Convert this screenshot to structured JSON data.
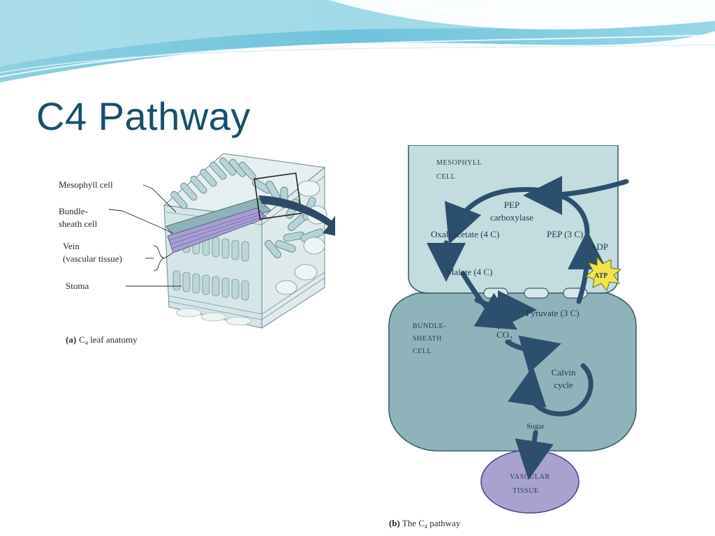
{
  "slide": {
    "title": "C4 Pathway"
  },
  "leaf_anatomy": {
    "labels": {
      "mesophyll": "Mesophyll cell",
      "bundle_1": "Bundle-",
      "bundle_2": "sheath cell",
      "vein_1": "Vein",
      "vein_2": "(vascular tissue)",
      "stoma": "Stoma"
    },
    "caption": {
      "tag": "(a)",
      "c": "C",
      "sub": "4",
      "rest": " leaf anatomy"
    }
  },
  "pathway": {
    "mesophyll_1": "Mesophyll",
    "mesophyll_2": "cell",
    "pep_1": "PEP",
    "pep_2": "carboxylase",
    "oxaloacetate": "Oxaloacetate (4 C)",
    "pep3c": "PEP (3 C)",
    "adp": "ADP",
    "atp": "ATP",
    "malate": "Malate (4 C)",
    "pyruvate": "Pyruvate (3 C)",
    "bundle_1": "Bundle-",
    "bundle_2": "sheath",
    "bundle_3": "cell",
    "co2": "CO",
    "co2_sub": "2",
    "calvin_1": "Calvin",
    "calvin_2": "cycle",
    "sugar": "Sugar",
    "vascular_1": "Vascular",
    "vascular_2": "tissue",
    "caption": {
      "tag": "(b)",
      "the": " The C",
      "sub": "4",
      "rest": " pathway"
    }
  },
  "colors": {
    "title": "#17506a",
    "mesophyll_fill": "#c2dcdf",
    "bundle_fill": "#8fb3bb",
    "vascular_fill": "#a9a2d2",
    "arrow": "#2d4f6e",
    "atp": "#f2e34c"
  }
}
